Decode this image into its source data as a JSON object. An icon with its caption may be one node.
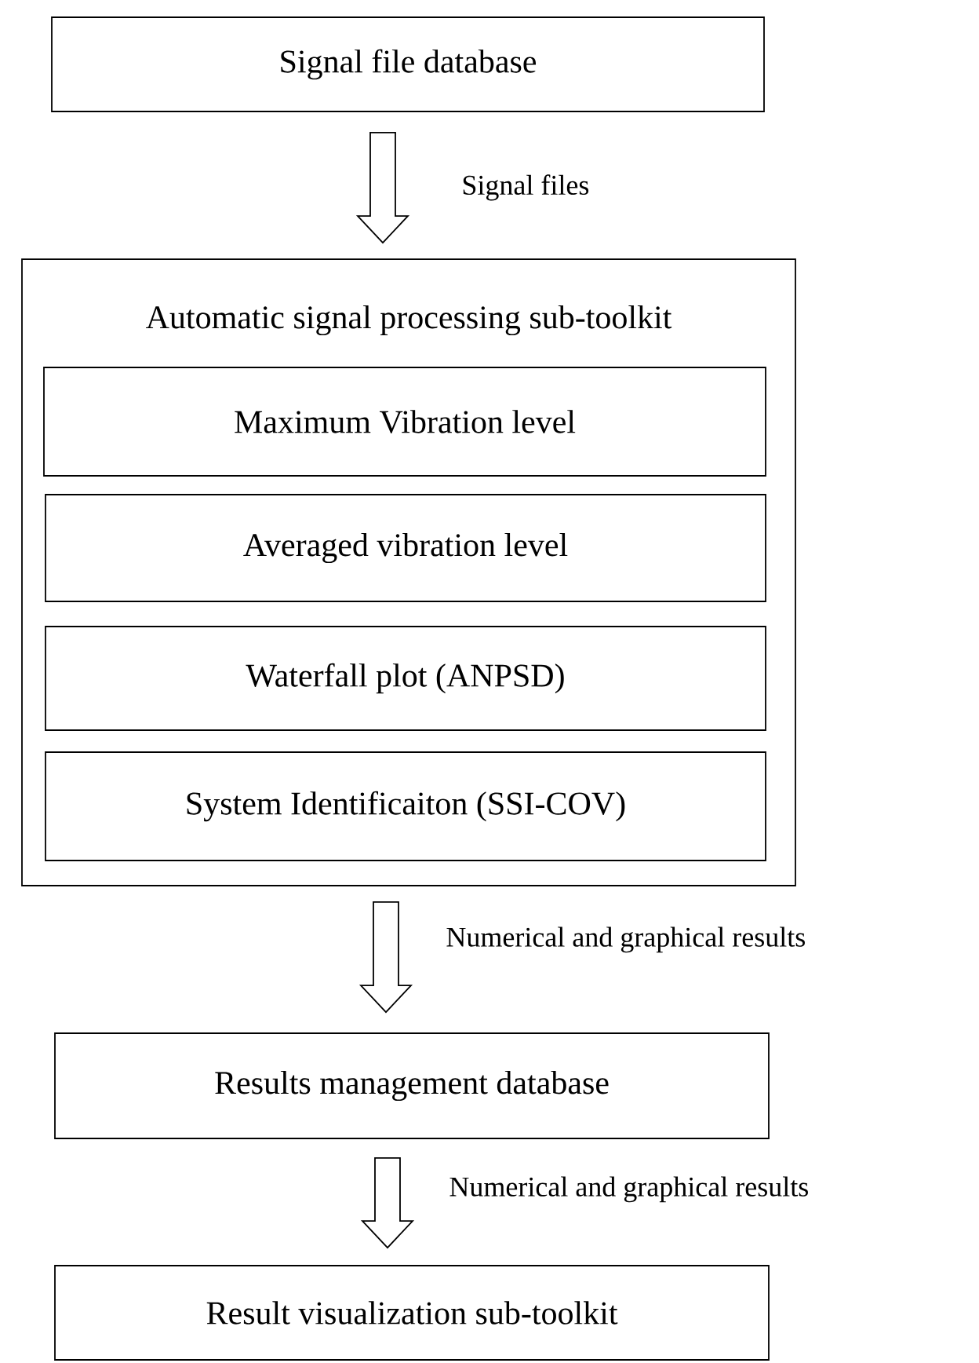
{
  "diagram": {
    "nodes": [
      {
        "text": [
          "Signal file database"
        ]
      },
      {
        "text": [
          "Automatic signal processing sub-toolkit"
        ]
      },
      {
        "text": [
          "Maximum Vibration level"
        ],
        "in": 1
      },
      {
        "text": [
          "Averaged vibration level"
        ],
        "in": 1
      },
      {
        "text": [
          "Waterfall plot (ANPSD)"
        ],
        "in": 1
      },
      {
        "text": [
          "System Identificaiton (SSI-COV)"
        ],
        "in": 1
      },
      {
        "text": [
          "Results management database"
        ]
      },
      {
        "text": [
          "Result visualization sub-toolkit"
        ]
      }
    ],
    "edges": [
      {
        "from": 0,
        "to": 1,
        "arrow": "to",
        "label": "Signal files"
      },
      {
        "from": 1,
        "to": 6,
        "arrow": "to",
        "label": "Numerical and graphical results"
      },
      {
        "from": 6,
        "to": 7,
        "arrow": "to",
        "label": "Numerical and graphical results"
      }
    ]
  }
}
